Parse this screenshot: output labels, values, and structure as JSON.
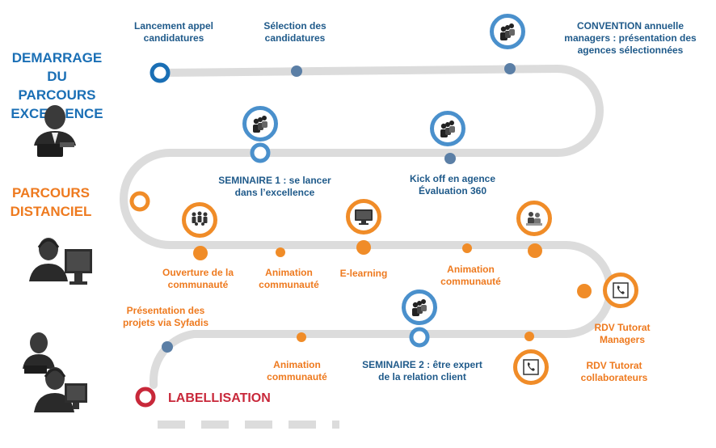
{
  "phases": {
    "demarrage": "DEMARRAGE\nDU PARCOURS\nEXCELLENCE",
    "distanciel": "PARCOURS\nDISTANCIEL",
    "labellisation": "LABELLISATION"
  },
  "steps": {
    "lancement": "Lancement appel\ncandidatures",
    "selection": "Sélection des\ncandidatures",
    "convention": "CONVENTION annuelle\nmanagers : présentation des\nagences  sélectionnées",
    "seminaire1": "SEMINAIRE 1 : se lancer\ndans l’excellence",
    "kickoff": "Kick off en agence\nÉvaluation 360",
    "ouverture": "Ouverture de la\ncommunauté",
    "animation1": "Animation\ncommunauté",
    "elearning": "E-learning",
    "animation2": "Animation\ncommunauté",
    "rdv_managers": "RDV Tutorat\nManagers",
    "presentation": "Présentation des\nprojets via Syfadis",
    "animation3": "Animation\ncommunauté",
    "seminaire2": "SEMINAIRE 2 : être expert\nde la relation client",
    "rdv_collab": "RDV Tutorat\ncollaborateurs"
  },
  "colors": {
    "road": "#d9d9d9",
    "blue": "#5b7fa6",
    "orange": "#f08c28",
    "red": "#c8283a",
    "phase_blue": "#1a6fb5"
  },
  "icons": [
    "group-icon",
    "team-icon",
    "computer-icon",
    "meeting-icon",
    "phone-icon",
    "manager-icon",
    "teleworker-icon"
  ]
}
